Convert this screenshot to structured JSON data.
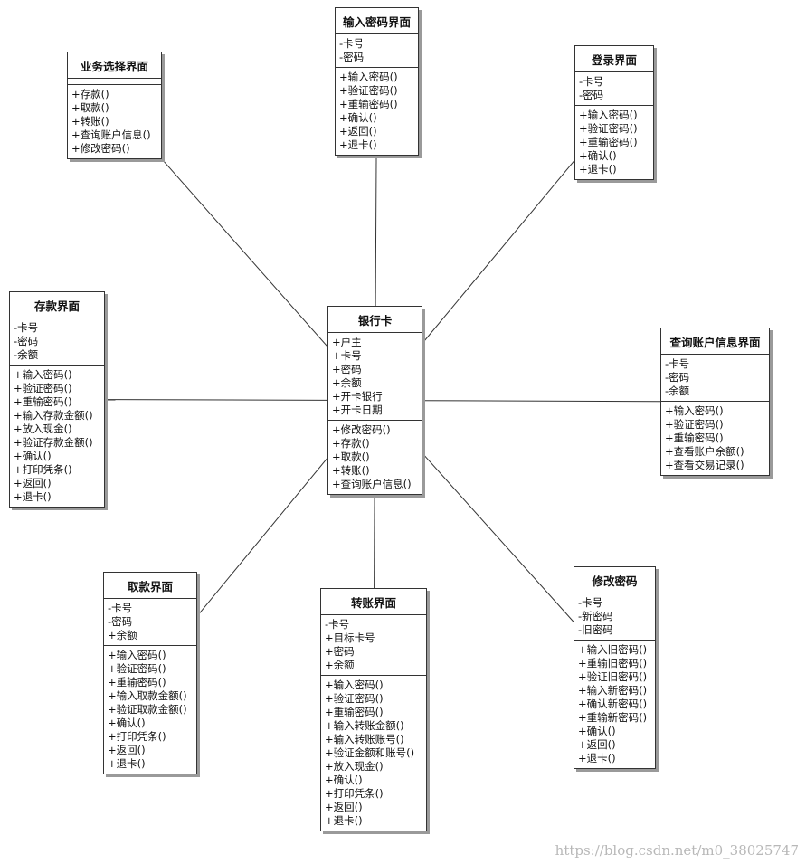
{
  "diagram": {
    "classes": [
      {
        "id": "bankcard",
        "name": "银行卡",
        "attributes": [
          "+户主",
          "+卡号",
          "+密码",
          "+余额",
          "+开卡银行",
          "+开卡日期"
        ],
        "operations": [
          "+修改密码()",
          "+存款()",
          "+取款()",
          "+转账()",
          "+查询账户信息()"
        ]
      },
      {
        "id": "business-select",
        "name": "业务选择界面",
        "attributes": [],
        "operations": [
          "+存款()",
          "+取款()",
          "+转账()",
          "+查询账户信息()",
          "+修改密码()"
        ]
      },
      {
        "id": "enter-password",
        "name": "输入密码界面",
        "attributes": [
          "-卡号",
          "-密码"
        ],
        "operations": [
          "+输入密码()",
          "+验证密码()",
          "+重输密码()",
          "+确认()",
          "+返回()",
          "+退卡()"
        ]
      },
      {
        "id": "login",
        "name": "登录界面",
        "attributes": [
          "-卡号",
          "-密码"
        ],
        "operations": [
          "+输入密码()",
          "+验证密码()",
          "+重输密码()",
          "+确认()",
          "+退卡()"
        ]
      },
      {
        "id": "deposit",
        "name": "存款界面",
        "attributes": [
          "-卡号",
          "-密码",
          "-余额"
        ],
        "operations": [
          "+输入密码()",
          "+验证密码()",
          "+重输密码()",
          "+输入存款金额()",
          "+放入现金()",
          "+验证存款金额()",
          "+确认()",
          "+打印凭条()",
          "+返回()",
          "+退卡()"
        ]
      },
      {
        "id": "query-account",
        "name": "查询账户信息界面",
        "attributes": [
          "-卡号",
          "-密码",
          "-余额"
        ],
        "operations": [
          "+输入密码()",
          "+验证密码()",
          "+重输密码()",
          "+查看账户余额()",
          "+查看交易记录()"
        ]
      },
      {
        "id": "withdraw",
        "name": "取款界面",
        "attributes": [
          "-卡号",
          "-密码",
          "+余额"
        ],
        "operations": [
          "+输入密码()",
          "+验证密码()",
          "+重输密码()",
          "+输入取款金额()",
          "+验证取款金额()",
          "+确认()",
          "+打印凭条()",
          "+返回()",
          "+退卡()"
        ]
      },
      {
        "id": "transfer",
        "name": "转账界面",
        "attributes": [
          "-卡号",
          "+目标卡号",
          "+密码",
          "+余额"
        ],
        "operations": [
          "+输入密码()",
          "+验证密码()",
          "+重输密码()",
          "+输入转账金额()",
          "+输入转账账号()",
          "+验证金额和账号()",
          "+放入现金()",
          "+确认()",
          "+打印凭条()",
          "+返回()",
          "+退卡()"
        ]
      },
      {
        "id": "change-password",
        "name": "修改密码",
        "attributes": [
          "-卡号",
          "-新密码",
          "-旧密码"
        ],
        "operations": [
          "+输入旧密码()",
          "+重输旧密码()",
          "+验证旧密码()",
          "+输入新密码()",
          "+确认新密码()",
          "+重输新密码()",
          "+确认()",
          "+返回()",
          "+退卡()"
        ]
      }
    ],
    "associations": [
      [
        "bankcard",
        "business-select"
      ],
      [
        "bankcard",
        "enter-password"
      ],
      [
        "bankcard",
        "login"
      ],
      [
        "bankcard",
        "deposit"
      ],
      [
        "bankcard",
        "query-account"
      ],
      [
        "bankcard",
        "withdraw"
      ],
      [
        "bankcard",
        "transfer"
      ],
      [
        "bankcard",
        "change-password"
      ]
    ]
  },
  "watermark": "https://blog.csdn.net/m0_38025747",
  "colors": {
    "border": "#333333",
    "shadow": "#9a9a9a",
    "line": "#333333",
    "watermark": "#b8b8b8",
    "background": "#ffffff"
  }
}
